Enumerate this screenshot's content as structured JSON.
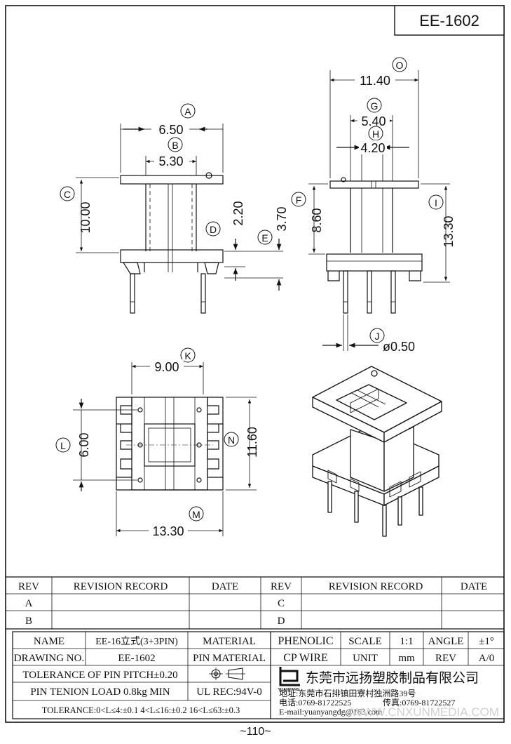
{
  "title_box": {
    "part_number": "EE-1602"
  },
  "dimensions": {
    "A": {
      "letter": "A",
      "value": "6.50"
    },
    "B": {
      "letter": "B",
      "value": "5.30"
    },
    "C": {
      "letter": "C",
      "value": "10.00"
    },
    "D": {
      "letter": "D",
      "value": "2.20"
    },
    "E": {
      "letter": "E",
      "value": "3.70"
    },
    "O": {
      "letter": "O",
      "value": "11.40"
    },
    "G": {
      "letter": "G",
      "value": "5.40"
    },
    "H": {
      "letter": "H",
      "value": "4.20"
    },
    "F": {
      "letter": "F",
      "value": "8.60"
    },
    "I": {
      "letter": "I",
      "value": "13.30"
    },
    "J": {
      "letter": "J",
      "value": "ø0.50"
    },
    "K": {
      "letter": "K",
      "value": "9.00"
    },
    "L": {
      "letter": "L",
      "value": "6.00"
    },
    "N": {
      "letter": "N",
      "value": "11.60"
    },
    "M": {
      "letter": "M",
      "value": "13.30"
    }
  },
  "revision_table": {
    "rev_header": "REV",
    "record_header": "REVISION RECORD",
    "date_header": "DATE",
    "rows_left": [
      "A",
      "B"
    ],
    "rows_right": [
      "C",
      "D"
    ]
  },
  "spec_table": {
    "name_label": "NAME",
    "name_value": "EE-16立式(3+3PIN)",
    "material_label": "MATERIAL",
    "material_value": "PHENOLIC",
    "scale_label": "SCALE",
    "scale_value": "1:1",
    "angle_label": "ANGLE",
    "angle_value": "±1°",
    "drawing_no_label": "DRAWING NO.",
    "drawing_no_value": "EE-1602",
    "pin_material_label": "PIN MATERIAL",
    "pin_material_value": "CP WIRE",
    "unit_label": "UNIT",
    "unit_value": "mm",
    "rev_label": "REV",
    "rev_value": "A/0",
    "tolerance_pitch": "TOLERANCE OF PIN PITCH±0.20",
    "pin_tension": "PIN TENION LOAD 0.8kg MIN",
    "ul_rec": "UL REC:94V-0",
    "tolerance_general": "TOLERANCE:0<L≤4:±0.1  4<L≤16:±0.2  16<L≤63:±0.3"
  },
  "company": {
    "logo_text": "YUANYANG",
    "name": "东莞市远扬塑胶制品有限公司",
    "address": "地址:东莞市石排镇田寮村独洲路39号",
    "phone": "电话:0769-81722525",
    "fax": "传真:0769-81722527",
    "email": "E-mail:yuanyangdg@163.com",
    "watermark": "WWW.CNXUNMEDIA.COM"
  },
  "page_number": "~110~"
}
